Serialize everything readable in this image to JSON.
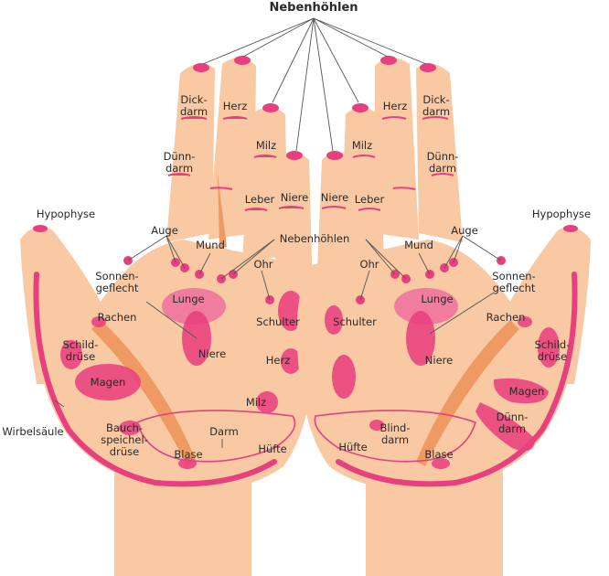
{
  "title": "Nebenhöhlen",
  "labels": {
    "left": {
      "dickdarm": [
        "Dick-",
        "darm"
      ],
      "herz_finger": "Herz",
      "milz_finger": "Milz",
      "duenndarm": [
        "Dünn-",
        "darm"
      ],
      "leber": "Leber",
      "niere_finger": "Niere",
      "hypophyse": "Hypophyse",
      "auge": "Auge",
      "mund": "Mund",
      "nebenhoehlen": "Nebenhöhlen",
      "ohr": "Ohr",
      "sonnengeflecht": [
        "Sonnen-",
        "geflecht"
      ],
      "lunge": "Lunge",
      "rachen": "Rachen",
      "schulter": "Schulter",
      "niere": "Niere",
      "schilddruese": [
        "Schild-",
        "drüse"
      ],
      "herz": "Herz",
      "magen": "Magen",
      "milz": "Milz",
      "wirbelsaeule": "Wirbelsäule",
      "bauchspeicheldruese": [
        "Bauch-",
        "speichel-",
        "drüse"
      ],
      "darm": "Darm",
      "huefte": "Hüfte",
      "blase": "Blase"
    },
    "right": {
      "herz_finger": "Herz",
      "dickdarm": [
        "Dick-",
        "darm"
      ],
      "milz_finger": "Milz",
      "duenndarm": [
        "Dünn-",
        "darm"
      ],
      "niere_finger": "Niere",
      "leber": "Leber",
      "hypophyse": "Hypophyse",
      "auge": "Auge",
      "mund": "Mund",
      "ohr": "Ohr",
      "sonnengeflecht": [
        "Sonnen-",
        "geflecht"
      ],
      "lunge": "Lunge",
      "schulter": "Schulter",
      "rachen": "Rachen",
      "schilddruese": [
        "Schild-",
        "drüse"
      ],
      "niere": "Niere",
      "magen": "Magen",
      "duenndarm_palm": [
        "Dünn-",
        "darm"
      ],
      "blinddarm": [
        "Blind-",
        "darm"
      ],
      "huefte": "Hüfte",
      "blase": "Blase"
    }
  },
  "colors": {
    "skin": "#f9c9a3",
    "zone": "#e8407e",
    "crease": "#ef9a63"
  }
}
